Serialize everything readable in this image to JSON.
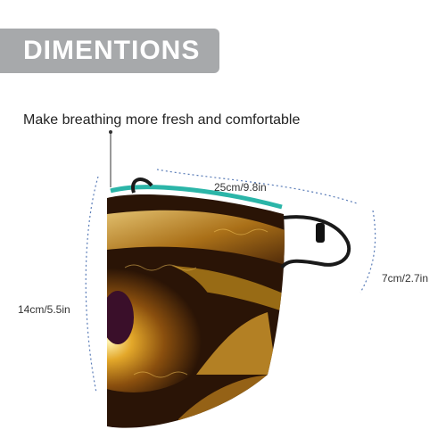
{
  "banner": {
    "title": "DIMENTIONS"
  },
  "tagline": "Make breathing more fresh and comfortable",
  "dimensions": {
    "width": "25cm/9.8in",
    "height": "14cm/5.5in",
    "depth": "7cm/2.7in"
  },
  "colors": {
    "banner_bg": "#a7a9ab",
    "guide_line": "#5b7db8",
    "mask_gold": "#c8901c",
    "mask_dark": "#2a1406",
    "ear_loop": "#1a1a1a",
    "trim": "#2bb5a8"
  }
}
